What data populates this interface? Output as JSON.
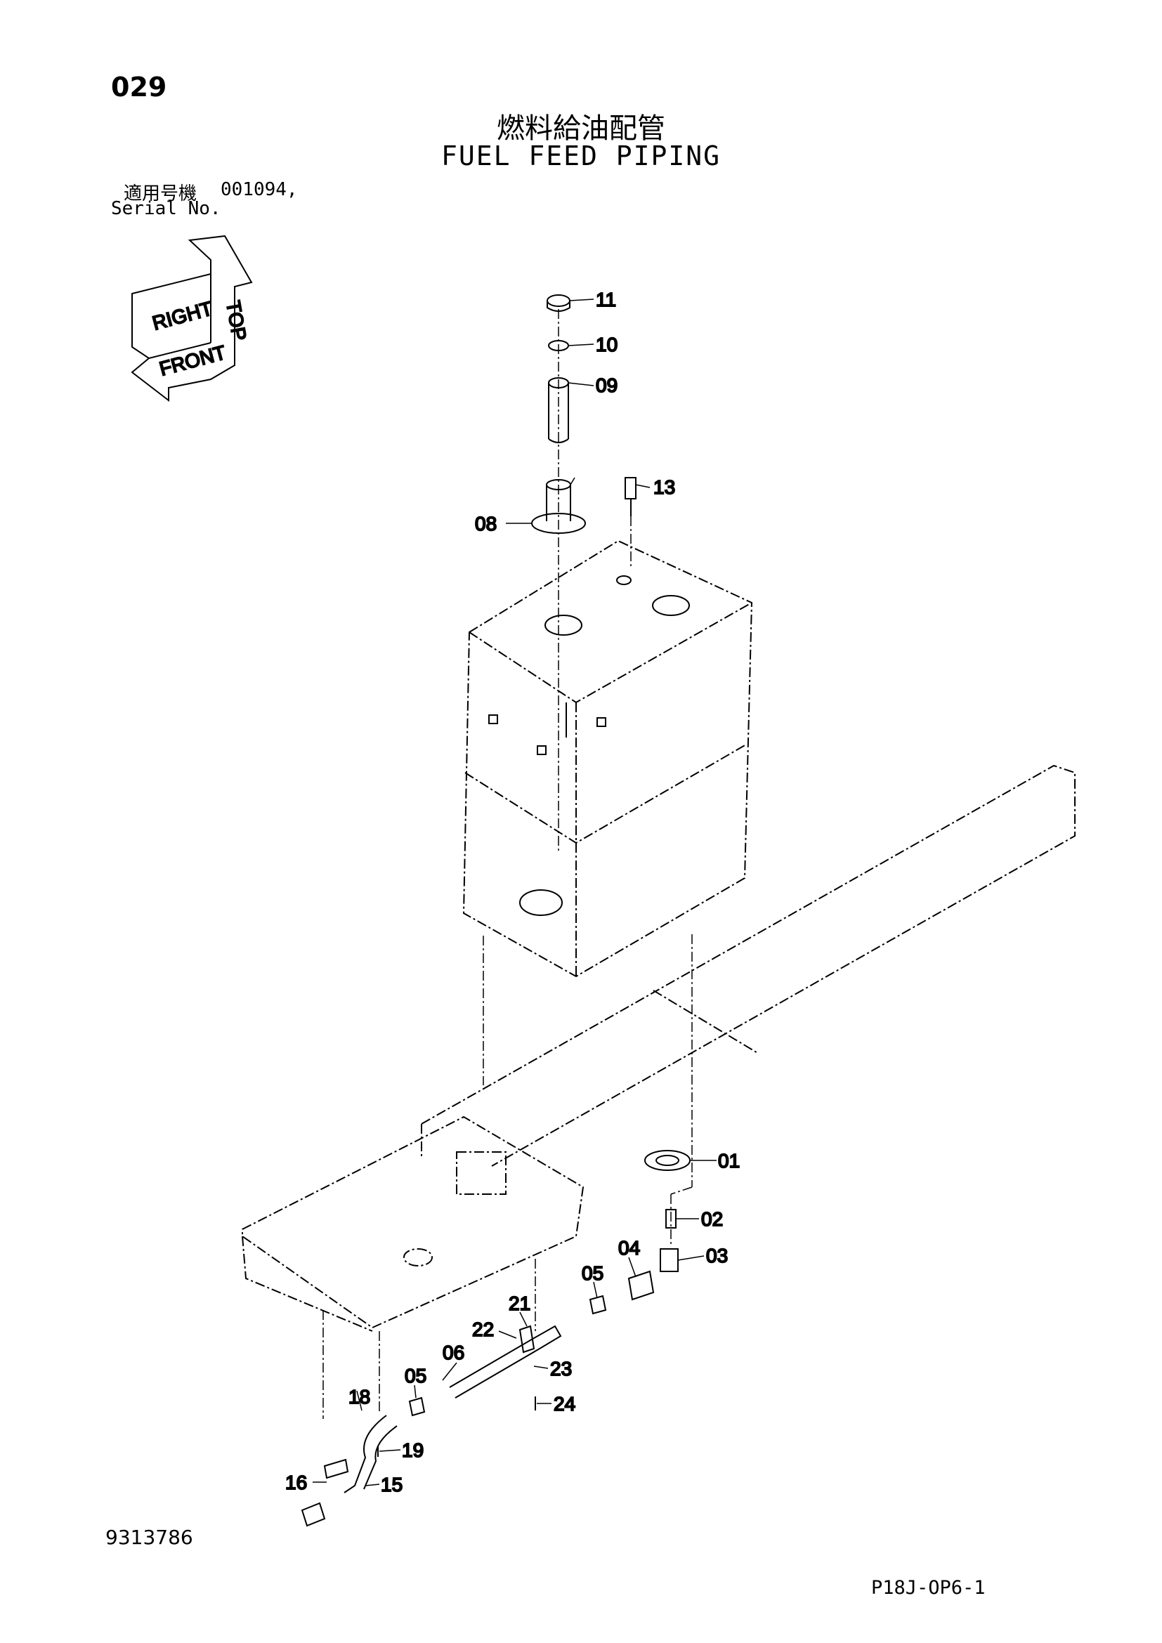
{
  "header": {
    "page_number": "029",
    "title_jp": "燃料給油配管",
    "title_en": "FUEL FEED PIPING",
    "serial_label_jp": "適用号機",
    "serial_value": "001094,",
    "serial_label_en": "Serial No."
  },
  "orientation": {
    "top": "TOP",
    "right": "RIGHT",
    "front": "FRONT"
  },
  "callouts": {
    "p01": "01",
    "p02": "02",
    "p03": "03",
    "p04": "04",
    "p05a": "05",
    "p05b": "05",
    "p06": "06",
    "p08": "08",
    "p09": "09",
    "p10": "10",
    "p11": "11",
    "p13": "13",
    "p15": "15",
    "p16": "16",
    "p18": "18",
    "p19": "19",
    "p21": "21",
    "p22": "22",
    "p23": "23",
    "p24": "24"
  },
  "footer": {
    "drawing_number": "9313786",
    "page_code": "P18J-OP6-1"
  }
}
